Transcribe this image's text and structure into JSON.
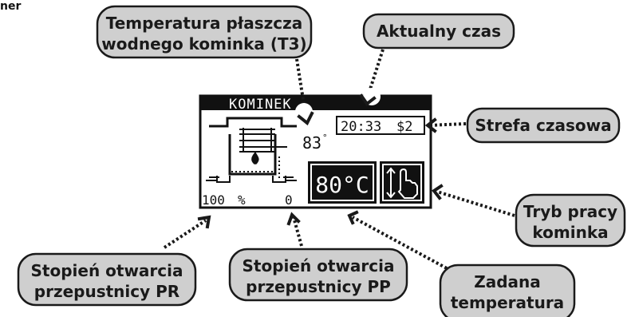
{
  "top_left_fragment": "ner",
  "display": {
    "title": "KOMINEK",
    "water_jacket_temp": "83",
    "degree_mark": "°",
    "clock_time": "20:33",
    "time_zone": "$2",
    "set_temperature": "80°C",
    "pr_value": "100",
    "percent_symbol": "%",
    "pp_value": "0"
  },
  "callouts": {
    "water_jacket": [
      "Temperatura płaszcza",
      "wodnego kominka (T3)"
    ],
    "current_time": [
      "Aktualny czas"
    ],
    "time_zone": [
      "Strefa czasowa"
    ],
    "mode": [
      "Tryb pracy",
      "kominka"
    ],
    "pr": [
      "Stopień otwarcia",
      "przepustnicy PR"
    ],
    "pp": [
      "Stopień otwarcia",
      "przepustnicy PP"
    ],
    "set_temp": [
      "Zadana",
      "temperatura"
    ]
  }
}
